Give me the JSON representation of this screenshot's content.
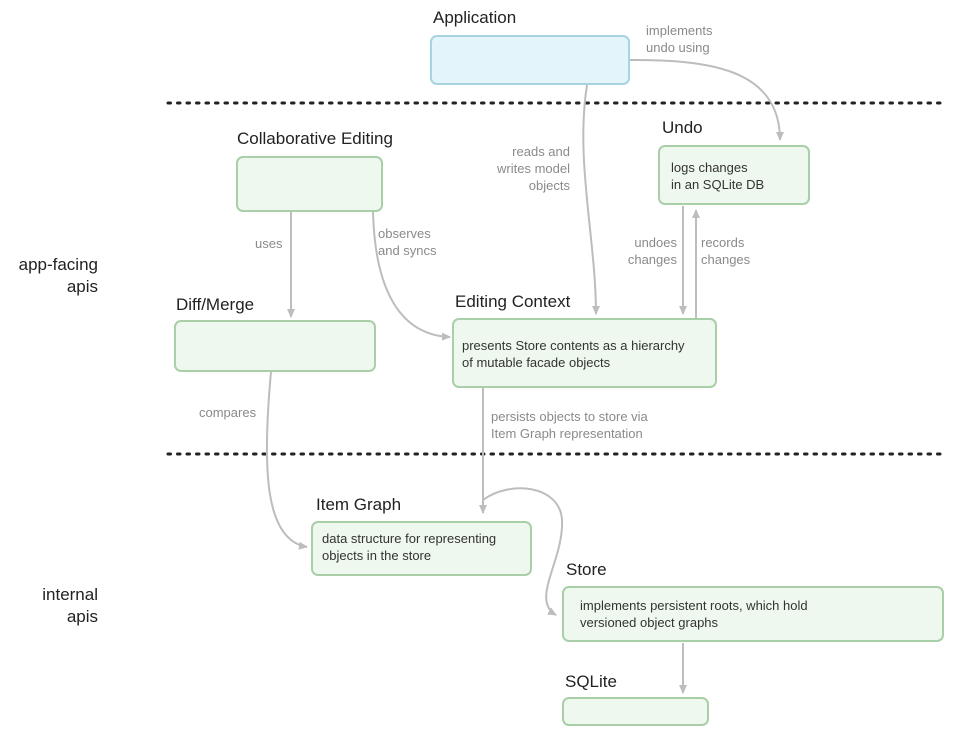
{
  "layers": {
    "app_facing": "app-facing\napis",
    "internal": "internal\napis"
  },
  "nodes": {
    "application": {
      "title": "Application",
      "text": ""
    },
    "collab": {
      "title": "Collaborative Editing",
      "text": ""
    },
    "undo": {
      "title": "Undo",
      "text": "logs changes\nin an SQLite DB"
    },
    "diffmerge": {
      "title": "Diff/Merge",
      "text": ""
    },
    "editing": {
      "title": "Editing Context",
      "text": "presents Store contents as a hierarchy\nof mutable facade objects"
    },
    "itemgraph": {
      "title": "Item Graph",
      "text": "data structure for representing\nobjects in the store"
    },
    "store": {
      "title": "Store",
      "text": "implements persistent roots, which hold\nversioned object graphs"
    },
    "sqlite": {
      "title": "SQLite",
      "text": ""
    }
  },
  "edges": {
    "implements_undo": "implements\nundo using",
    "reads_writes": "reads and\nwrites model\nobjects",
    "uses": "uses",
    "observes": "observes\nand syncs",
    "undoes": "undoes\nchanges",
    "records": "records\nchanges",
    "compares": "compares",
    "persists": "persists objects to store via\nItem Graph representation"
  },
  "colors": {
    "component_border": "#a9cfa9",
    "component_fill": "#eef8ee",
    "application_border": "#a8d3e2",
    "application_fill": "#e3f5fa",
    "arrow": "#bdbdbd"
  }
}
